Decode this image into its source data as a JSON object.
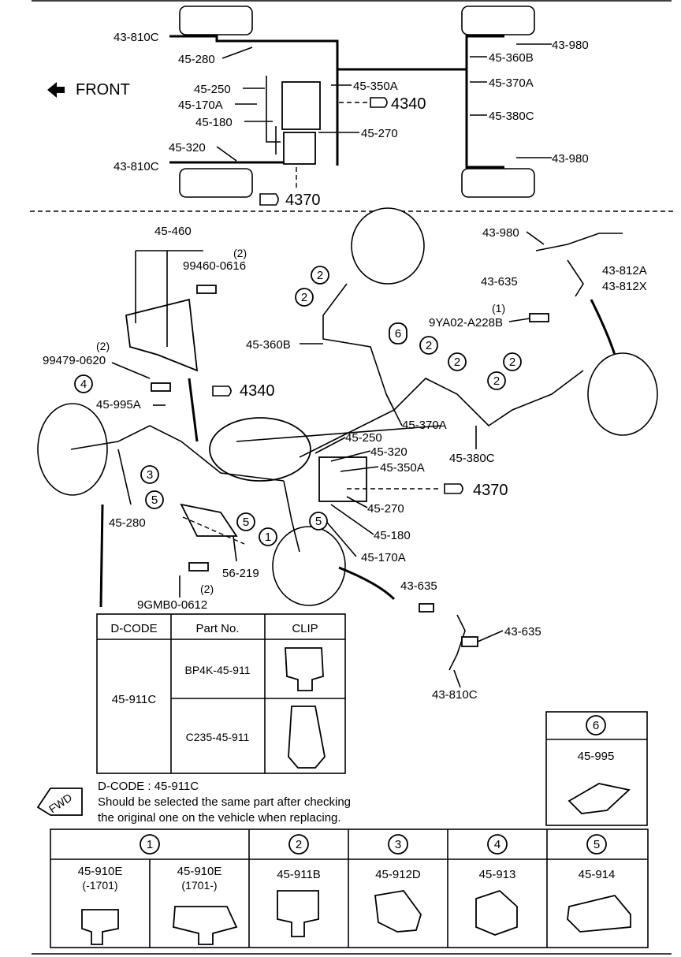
{
  "top": {
    "front": "FRONT",
    "labels": {
      "l43810c_a": "43-810C",
      "l45280": "45-280",
      "l45250": "45-250",
      "l45170a": "45-170A",
      "l45180": "45-180",
      "l45320": "45-320",
      "l43810c_b": "43-810C",
      "ref4370": "4370",
      "l43980_a": "43-980",
      "l45360b": "45-360B",
      "l45370a": "45-370A",
      "l45350a": "45-350A",
      "ref4340": "4340",
      "l45380c": "45-380C",
      "l45270": "45-270",
      "l43980_b": "43-980"
    }
  },
  "main": {
    "labels": {
      "l45460": "45-460",
      "l99460": "99460-0616",
      "l99460q": "(2)",
      "l99479": "99479-0620",
      "l99479q": "(2)",
      "l45995a": "45-995A",
      "l45280": "45-280",
      "ref4340": "4340",
      "l45360b": "45-360B",
      "l45370a": "45-370A",
      "l45250": "45-250",
      "l45320": "45-320",
      "l45350a": "45-350A",
      "ref4370": "4370",
      "l45270": "45-270",
      "l45180": "45-180",
      "l45170a": "45-170A",
      "l45380c": "45-380C",
      "l56219": "56-219",
      "l9gmb0": "9GMB0-0612",
      "l9gmb0q": "(2)",
      "l43980": "43-980",
      "l43635a": "43-635",
      "l43812a": "43-812A",
      "l43812x": "43-812X",
      "l9ya02": "9YA02-A228B",
      "l9ya02q": "(1)",
      "l43635b": "43-635",
      "l43635c": "43-635",
      "l43810c": "43-810C"
    },
    "callouts": [
      "1",
      "2",
      "3",
      "4",
      "5",
      "6"
    ]
  },
  "dcode_table": {
    "headers": [
      "D-CODE",
      "Part No.",
      "CLIP"
    ],
    "dcode": "45-911C",
    "parts": [
      "BP4K-45-911",
      "C235-45-911"
    ]
  },
  "note": {
    "fwd": "FWD",
    "line1": "D-CODE :  45-911C",
    "line2": "Should be selected the same part after checking",
    "line3": "the original one on the vehicle when replacing."
  },
  "box6": {
    "num": "6",
    "part": "45-995"
  },
  "clip_table": {
    "groups": [
      "1",
      "2",
      "3",
      "4",
      "5"
    ],
    "parts": [
      {
        "code": "45-910E",
        "range": "(-1701)"
      },
      {
        "code": "45-910E",
        "range": "(1701-)"
      },
      {
        "code": "45-911B",
        "range": ""
      },
      {
        "code": "45-912D",
        "range": ""
      },
      {
        "code": "45-913",
        "range": ""
      },
      {
        "code": "45-914",
        "range": ""
      }
    ]
  }
}
